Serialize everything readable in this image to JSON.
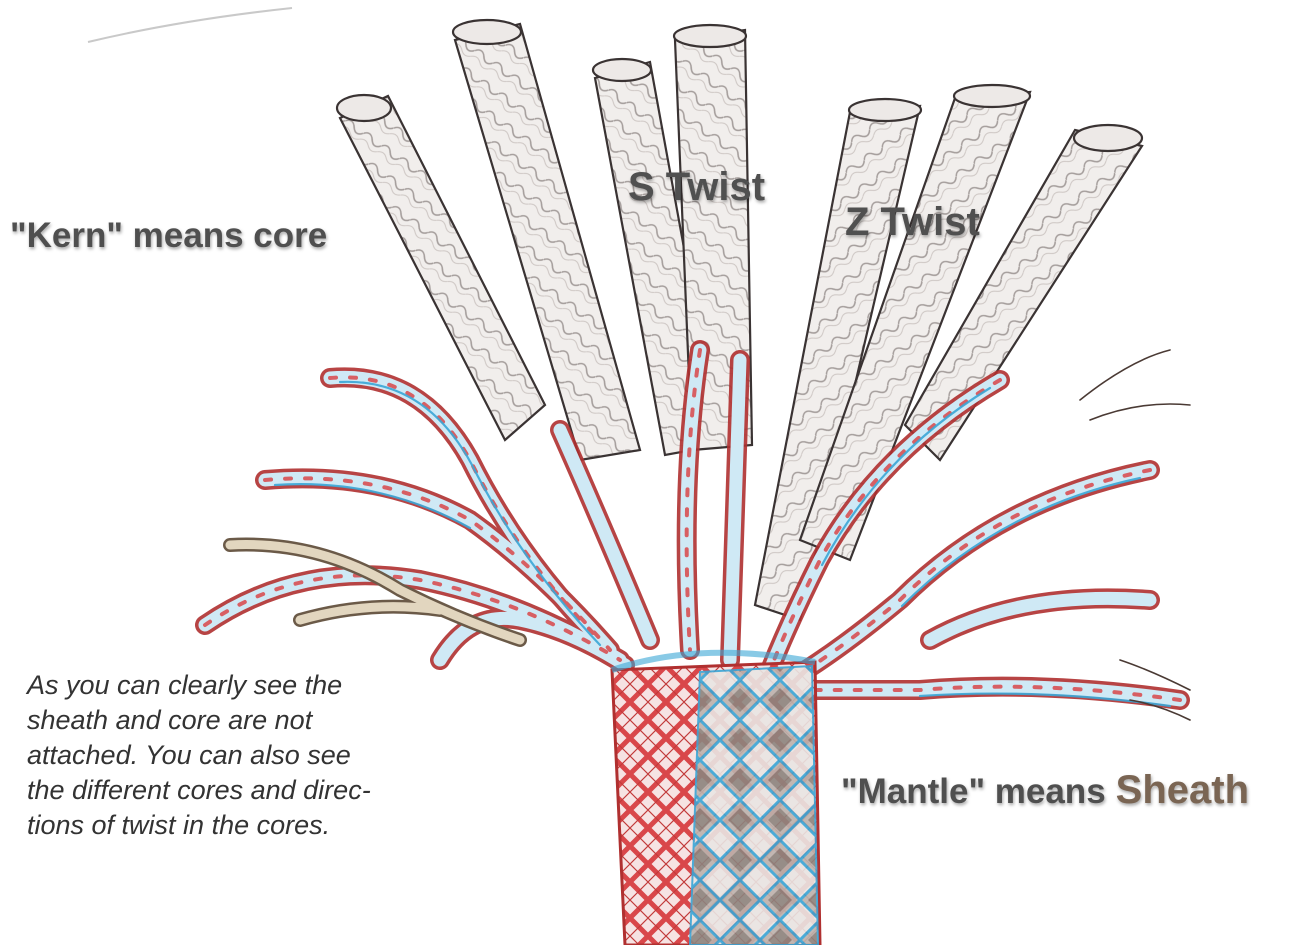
{
  "labels": {
    "kern": "\"Kern\" means core",
    "s_twist": "S Twist",
    "z_twist": "Z Twist",
    "mantle": "\"Mantle\" means",
    "sheath": "Sheath"
  },
  "note_lines": [
    "As you can clearly see the",
    "sheath and core are not",
    "attached.  You can also see",
    "the different cores and direc-",
    "tions of twist in the cores."
  ],
  "colors": {
    "background": "#ffffff",
    "core_strand_fill": "#f1eeec",
    "core_strand_outline": "#3a3333",
    "sheath_red": "#d9474a",
    "sheath_blue": "#3aa6d6",
    "sheath_outline": "#b03030",
    "label_gray": "#4f4f4f",
    "sheath_word": "#7a6553"
  },
  "icons": [
    "kernmantle-rope-illustration"
  ]
}
